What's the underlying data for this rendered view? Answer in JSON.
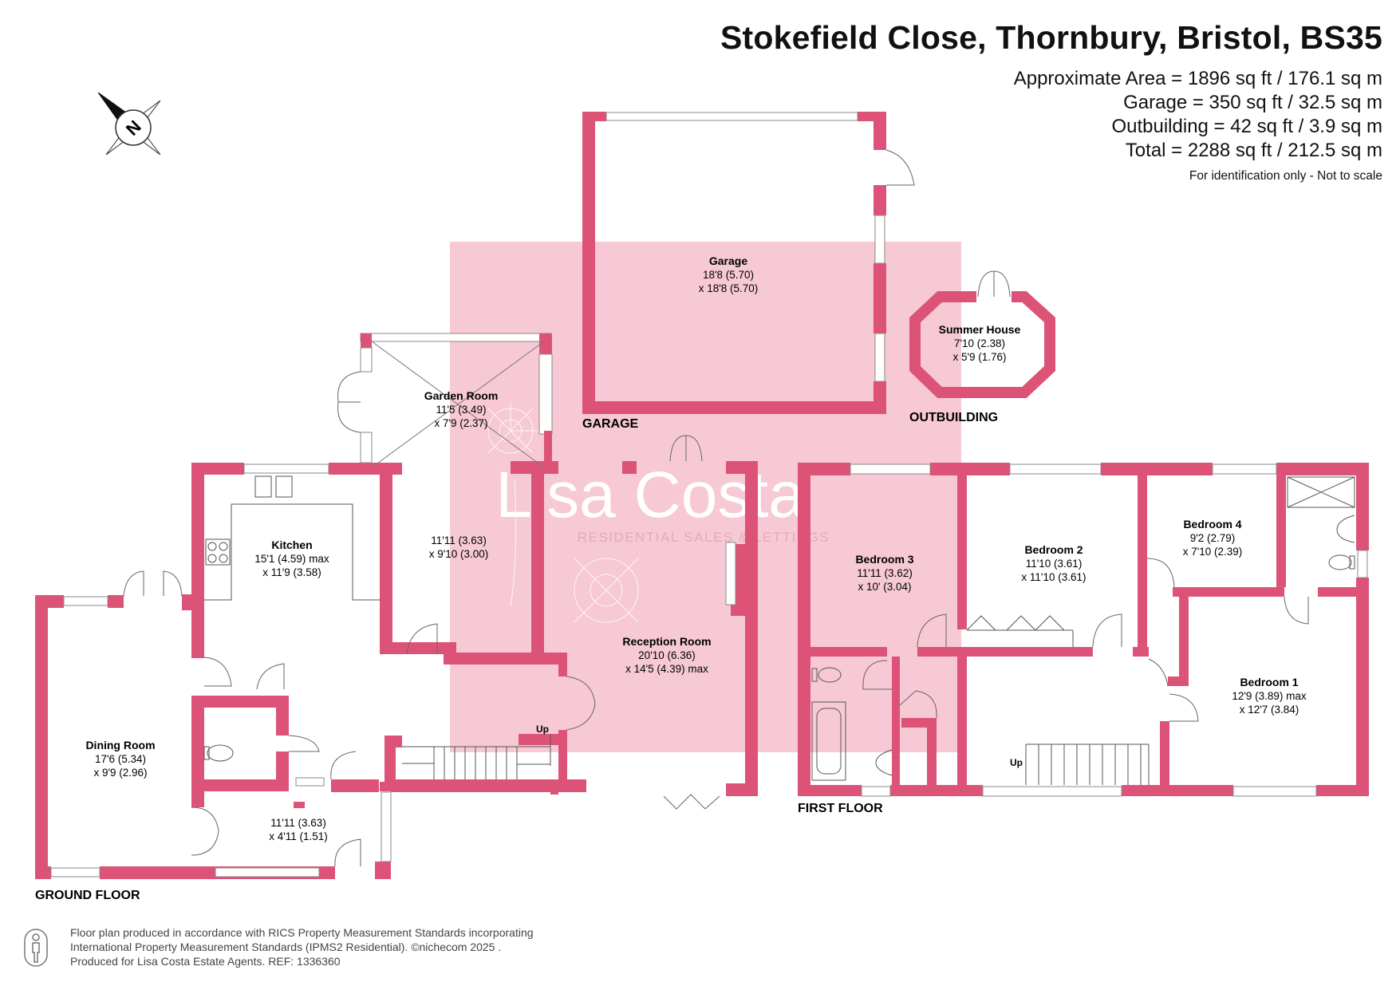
{
  "header": {
    "title": "Stokefield Close, Thornbury, Bristol, BS35",
    "areas": [
      "Approximate Area = 1896 sq ft / 176.1 sq m",
      "Garage = 350 sq ft / 32.5 sq m",
      "Outbuilding = 42 sq ft / 3.9 sq m",
      "Total = 2288 sq ft / 212.5 sq m"
    ],
    "disclaimer": "For identification only - Not to scale"
  },
  "compass": {
    "label": "N",
    "icon": "north-compass-icon"
  },
  "floors": {
    "ground": "GROUND FLOOR",
    "first": "FIRST FLOOR",
    "garage": "GARAGE",
    "outbuilding": "OUTBUILDING"
  },
  "rooms": {
    "garage": {
      "name": "Garage",
      "dim1": "18'8 (5.70)",
      "dim2": "x 18'8 (5.70)"
    },
    "summer_house": {
      "name": "Summer House",
      "dim1": "7'10 (2.38)",
      "dim2": "x 5'9 (1.76)"
    },
    "garden_room": {
      "name": "Garden Room",
      "dim1": "11'5 (3.49)",
      "dim2": "x 7'9 (2.37)"
    },
    "kitchen": {
      "name": "Kitchen",
      "dim1": "15'1 (4.59) max",
      "dim2": "x 11'9 (3.58)"
    },
    "utility": {
      "dim1": "11'11 (3.63)",
      "dim2": "x 9'10 (3.00)"
    },
    "reception": {
      "name": "Reception Room",
      "dim1": "20'10 (6.36)",
      "dim2": "x 14'5 (4.39) max"
    },
    "dining": {
      "name": "Dining Room",
      "dim1": "17'6 (5.34)",
      "dim2": "x 9'9 (2.96)"
    },
    "hall": {
      "dim1": "11'11 (3.63)",
      "dim2": "x 4'11 (1.51)"
    },
    "bedroom3": {
      "name": "Bedroom 3",
      "dim1": "11'11 (3.62)",
      "dim2": "x 10' (3.04)"
    },
    "bedroom2": {
      "name": "Bedroom 2",
      "dim1": "11'10 (3.61)",
      "dim2": "x 11'10 (3.61)"
    },
    "bedroom4": {
      "name": "Bedroom 4",
      "dim1": "9'2 (2.79)",
      "dim2": "x 7'10 (2.39)"
    },
    "bedroom1": {
      "name": "Bedroom 1",
      "dim1": "12'9 (3.89) max",
      "dim2": "x 12'7 (3.84)"
    }
  },
  "stairs": {
    "ground_up": "Up",
    "first_up": "Up"
  },
  "watermark": {
    "brand": "Lisa Costa",
    "tagline": "RESIDENTIAL SALES & LETTINGS"
  },
  "footer": {
    "line1": "Floor plan produced in accordance with RICS Property Measurement Standards incorporating",
    "line2": "International Property Measurement Standards (IPMS2 Residential).   ©nichecom 2025 .",
    "line3": "Produced for Lisa Costa Estate Agents.    REF:  1336360"
  },
  "colors": {
    "wall": "#dd5378",
    "watermark_bg": "#f6c9d5",
    "text": "#111111"
  }
}
